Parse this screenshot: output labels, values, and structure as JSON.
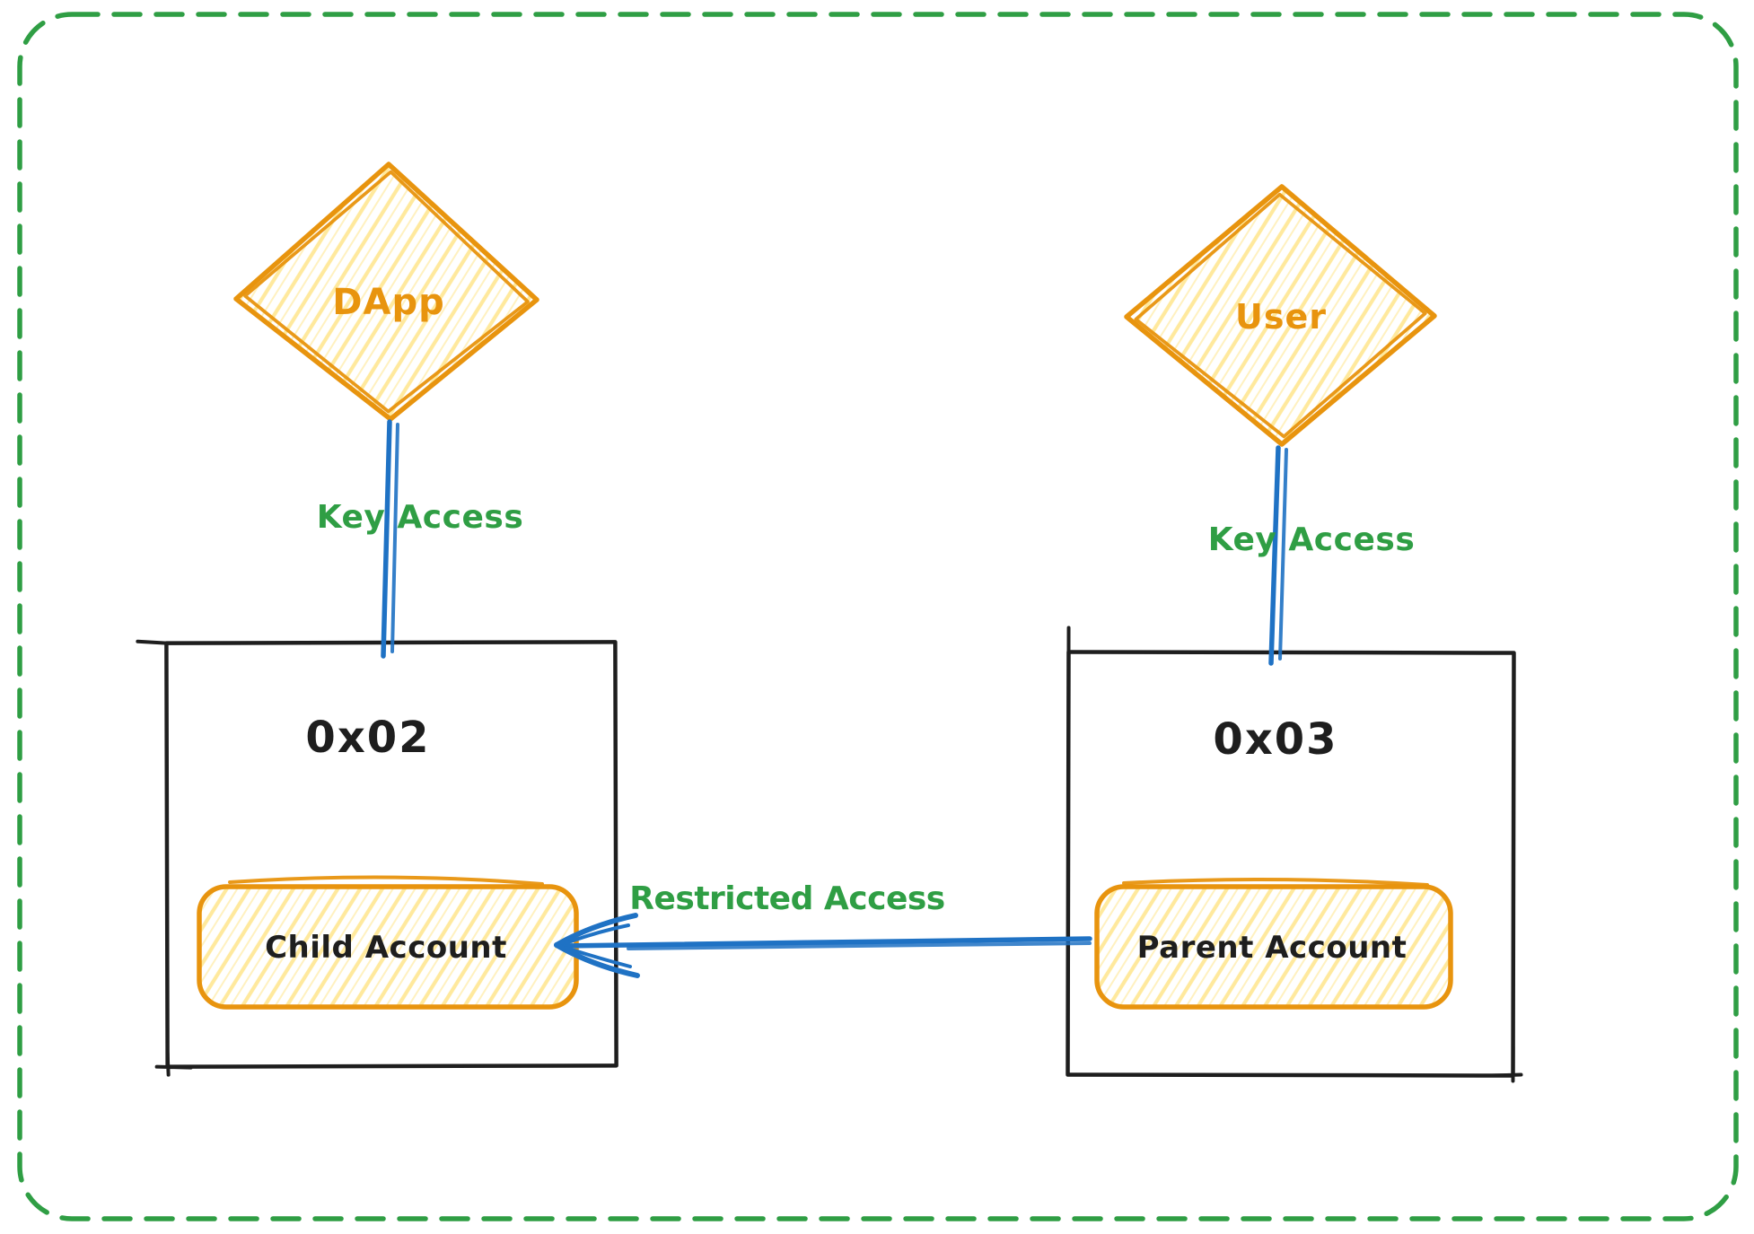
{
  "diagram": {
    "type": "flow-diagram",
    "nodes": {
      "dapp": {
        "label": "DApp",
        "shape": "diamond"
      },
      "user": {
        "label": "User",
        "shape": "diamond"
      },
      "wallet_left": {
        "title": "0x02",
        "account_label": "Child Account"
      },
      "wallet_right": {
        "title": "0x03",
        "account_label": "Parent Account"
      }
    },
    "edges": {
      "dapp_key_access": {
        "label": "Key Access",
        "from": "DApp",
        "to": "0x02"
      },
      "user_key_access": {
        "label": "Key Access",
        "from": "User",
        "to": "0x03"
      },
      "restricted_access": {
        "label": "Restricted Access",
        "from": "Parent Account",
        "to": "Child Account"
      }
    },
    "colors": {
      "border_green": "#2f9e44",
      "label_green": "#2f9e44",
      "shape_orange": "#e8940e",
      "hatch_yellow": "#ffd43b",
      "connector_blue": "#1f72c4",
      "text_black": "#1e1e1e",
      "background": "#ffffff"
    }
  }
}
